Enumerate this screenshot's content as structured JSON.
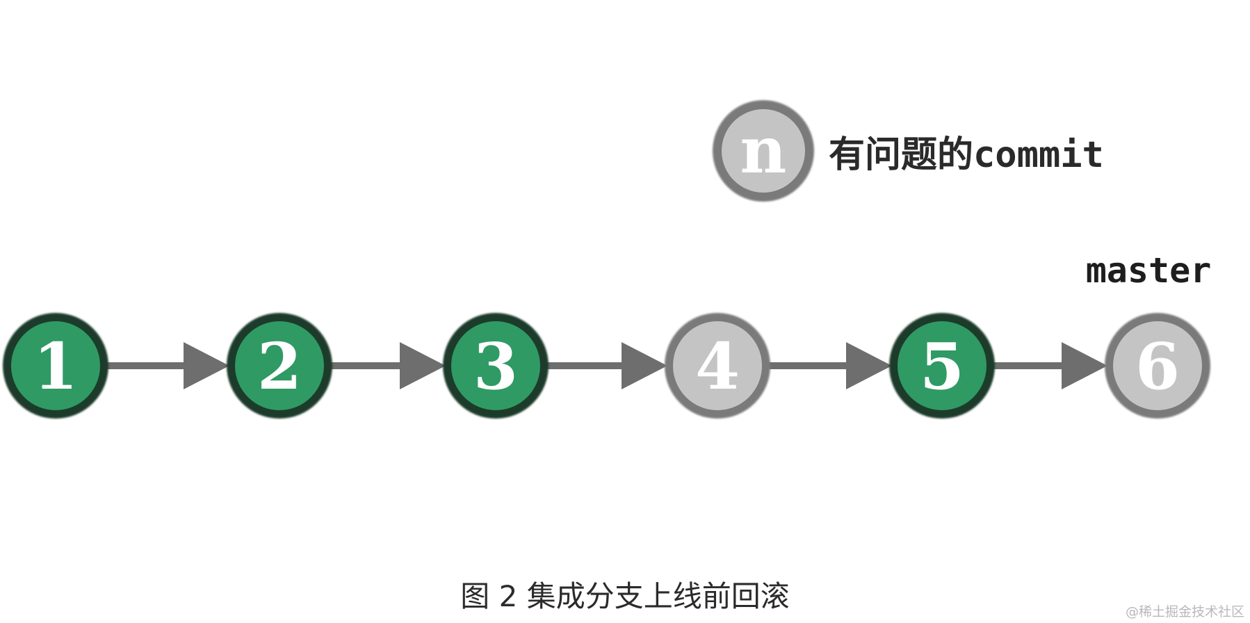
{
  "diagram": {
    "legend": {
      "symbol": "n",
      "text": "有问题的commit",
      "color": "#c4c4c4"
    },
    "branch_label": "master",
    "colors": {
      "good_fill": "#2f9a64",
      "good_ring": "#1c3a2a",
      "bad_fill": "#c4c4c4",
      "bad_ring": "#7a7a7a",
      "arrow": "#6e6e6e"
    },
    "commits": [
      {
        "label": "1",
        "problematic": false
      },
      {
        "label": "2",
        "problematic": false
      },
      {
        "label": "3",
        "problematic": false
      },
      {
        "label": "4",
        "problematic": true
      },
      {
        "label": "5",
        "problematic": false
      },
      {
        "label": "6",
        "problematic": true
      }
    ]
  },
  "caption": "图 2 集成分支上线前回滚",
  "watermark": "@稀土掘金技术社区"
}
